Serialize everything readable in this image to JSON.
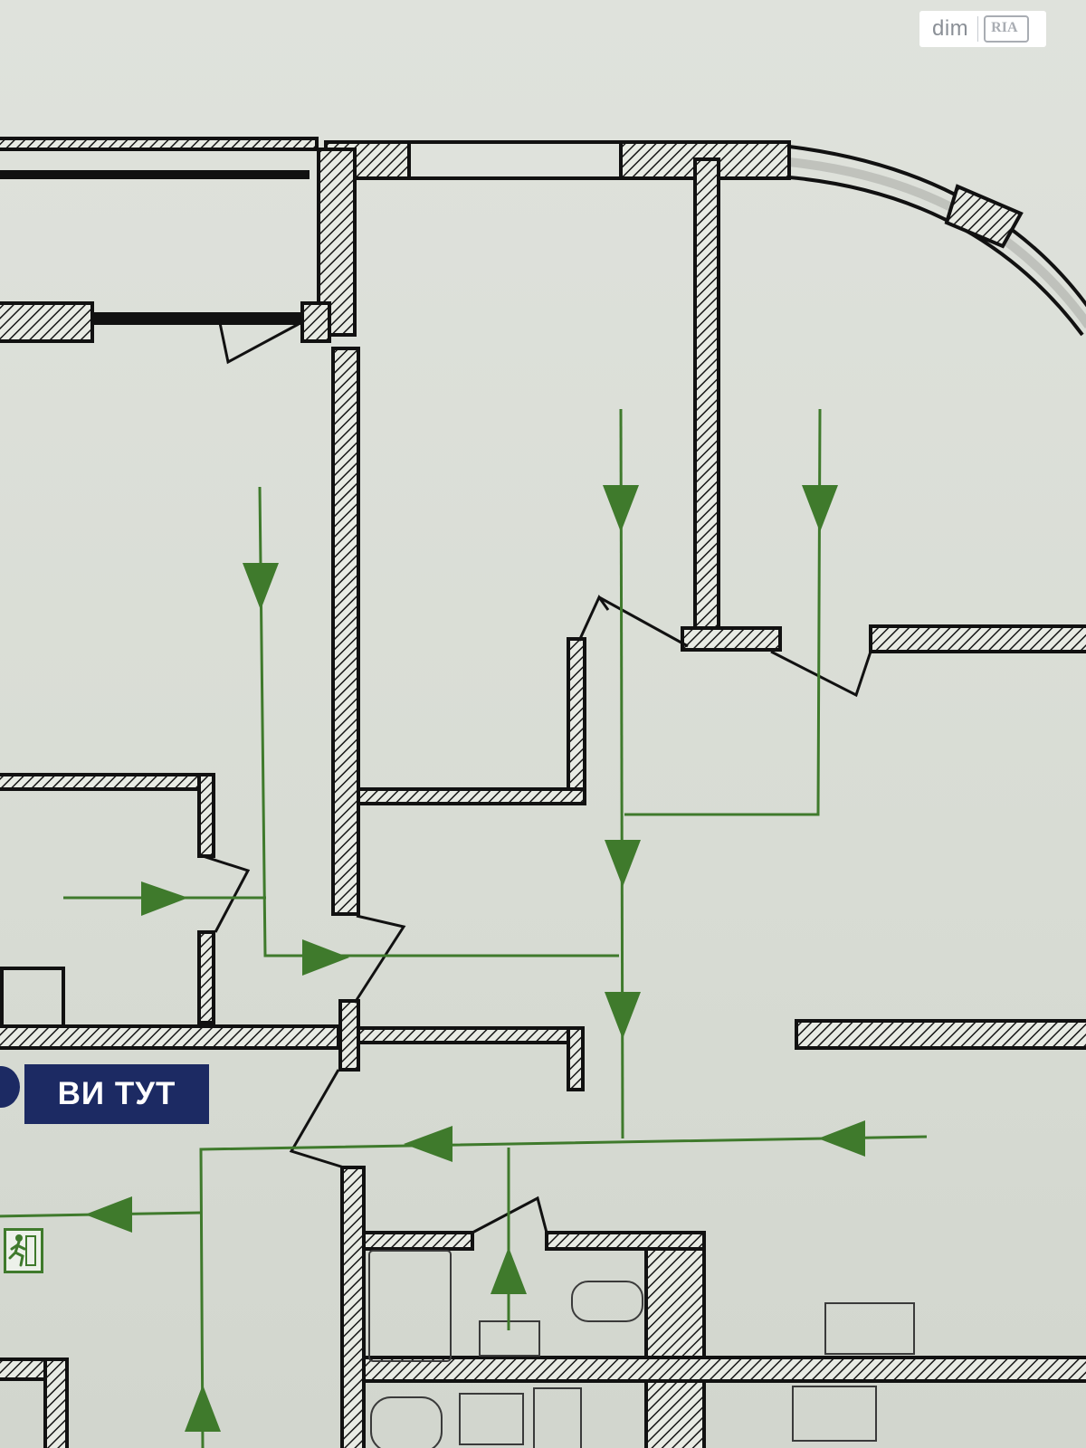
{
  "watermark": {
    "brand_text": "dim",
    "seal_text": "RIA"
  },
  "marker": {
    "label": "ВИ ТУТ"
  },
  "icons": {
    "exit": "emergency-exit-icon",
    "arrow": "evacuation-arrow-icon"
  },
  "colors": {
    "background": "#dcdfd8",
    "wall": "#111111",
    "route": "#3f7a2c",
    "marker": "#1c2a63"
  }
}
